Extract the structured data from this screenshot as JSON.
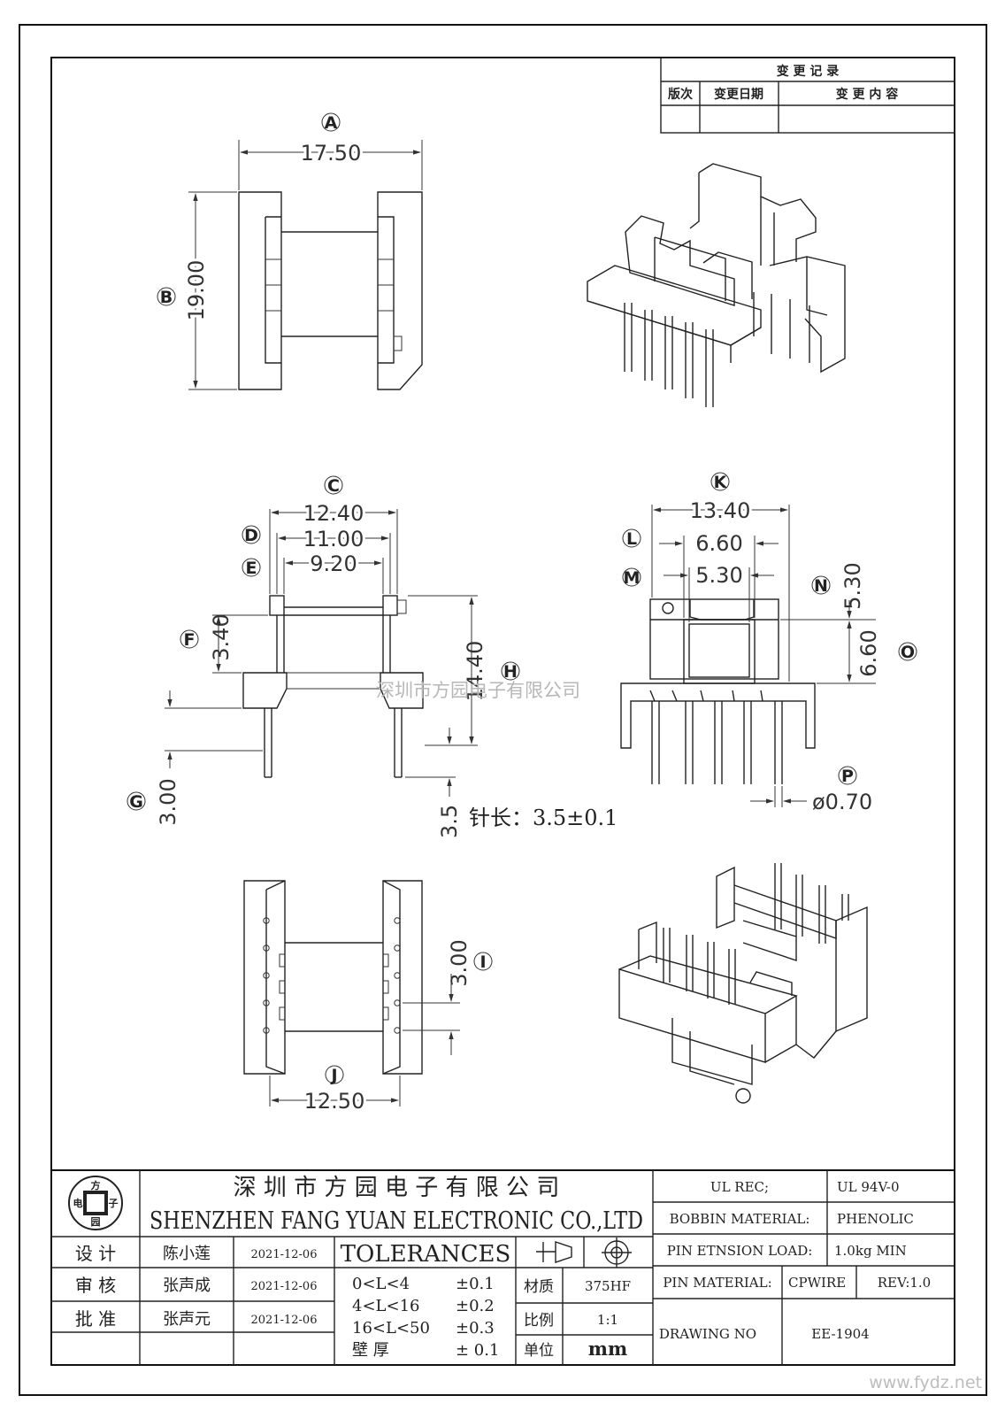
{
  "revision_table": {
    "title": "变 更 记 录",
    "col_version": "版次",
    "col_date": "变更日期",
    "col_content": "变 更 内 容"
  },
  "labels": {
    "A": "A",
    "B": "B",
    "C": "C",
    "D": "D",
    "E": "E",
    "F": "F",
    "G": "G",
    "H": "H",
    "I": "I",
    "J": "J",
    "K": "K",
    "L": "L",
    "M": "M",
    "N": "N",
    "O": "O",
    "P": "P"
  },
  "dimensions": {
    "A": "17.50",
    "B": "19.00",
    "C": "12.40",
    "D": "11.00",
    "E": "9.20",
    "F": "3.40",
    "G": "3.00",
    "H": "14.40",
    "pin_len": "3.5",
    "K": "13.40",
    "L": "6.60",
    "M": "5.30",
    "N": "5.30",
    "O": "6.60",
    "P": "ø0.70",
    "I": "3.00",
    "J": "12.50"
  },
  "pin_length_note": "针长：3.5±0.1",
  "watermark": "深圳市方园电子有限公司",
  "title_block": {
    "logo": {
      "top": "方",
      "left": "电",
      "right": "子",
      "bottom": "园"
    },
    "company_cn": "深 圳 市 方 园 电 子 有 限 公 司",
    "company_en": "SHENZHEN FANG YUAN ELECTRONIC CO.,LTD",
    "rows": [
      {
        "role": "设 计",
        "name": "陈小莲",
        "date": "2021-12-06"
      },
      {
        "role": "审 核",
        "name": "张声成",
        "date": "2021-12-06"
      },
      {
        "role": "批 准",
        "name": "张声元",
        "date": "2021-12-06"
      }
    ],
    "tolerances_title": "TOLERANCES",
    "tolerances": [
      {
        "range": "0<L<4",
        "value": "±0.1"
      },
      {
        "range": "4<L<16",
        "value": "±0.2"
      },
      {
        "range": "16<L<50",
        "value": "±0.3"
      },
      {
        "range": "壁  厚",
        "value": "± 0.1"
      }
    ],
    "material_label": "材质",
    "material_value": "375HF",
    "scale_label": "比例",
    "scale_value": "1:1",
    "unit_label": "单位",
    "unit_value": "mm",
    "ul_rec_label": "UL REC;",
    "ul_rec_value": "UL  94V-0",
    "bobbin_material_label": "BOBBIN MATERIAL:",
    "bobbin_material_value": "PHENOLIC",
    "pin_tension_label": "PIN ETNSION LOAD:",
    "pin_tension_value": "1.0kg MIN",
    "pin_material_label": "PIN MATERIAL:",
    "pin_material_value": "CPWIRE",
    "rev": "REV:1.0",
    "drawing_no_label": "DRAWING NO",
    "drawing_no_value": "EE-1904"
  },
  "website": "www.fydz.net"
}
